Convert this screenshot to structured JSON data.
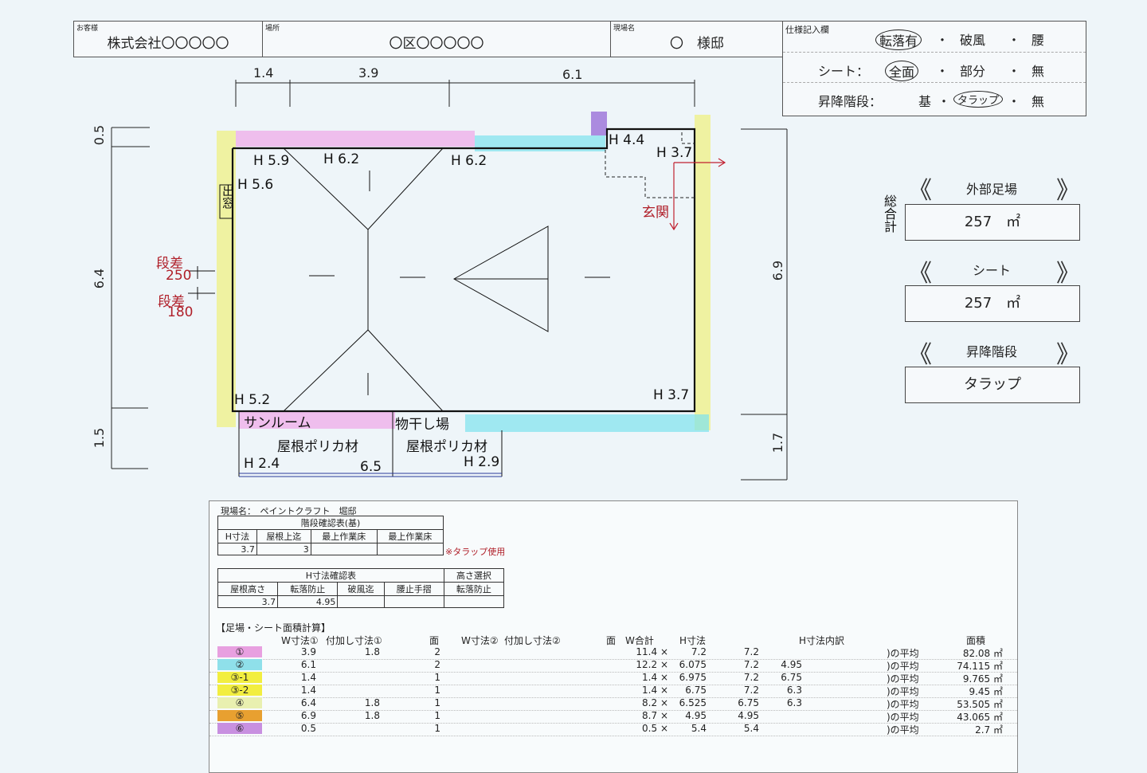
{
  "header": {
    "customer_caption": "お客様",
    "customer": "株式会社〇〇〇〇〇",
    "place_caption": "場所",
    "place": "〇区〇〇〇〇〇",
    "site_caption": "現場名",
    "site": "〇　様邸"
  },
  "spec": {
    "caption": "仕様記入欄",
    "row1": [
      "転落有",
      "・",
      "破風",
      "・",
      "腰"
    ],
    "row2_label": "シート：",
    "row2": [
      "全面",
      "・",
      "部分",
      "・",
      "無"
    ],
    "row3_label": "昇降階段：",
    "row3": [
      "基",
      "・",
      "タラップ",
      "・",
      "無"
    ]
  },
  "plan": {
    "top_dims": [
      "1.4",
      "3.9",
      "6.1"
    ],
    "left_dims": [
      "0.5",
      "6.4",
      "1.5"
    ],
    "right_dims": [
      "6.9",
      "1.7"
    ],
    "heights": {
      "h59": "H 5.9",
      "h56": "H 5.6",
      "h62a": "H 6.2",
      "h62b": "H 6.2",
      "h44": "H 4.4",
      "h37a": "H 3.7",
      "h52": "H 5.2",
      "h37b": "H 3.7"
    },
    "demado": "出窓",
    "step1": "段差",
    "step1_val": "250",
    "step2": "段差",
    "step2_val": "180",
    "entrance": "玄関",
    "sunroom": "サンルーム",
    "drying": "物干し場",
    "roof1": "屋根ポリカ材",
    "roof2": "屋根ポリカ材",
    "h24": "H 2.4",
    "w65": "6.5",
    "h29": "H 2.9"
  },
  "side": {
    "total_label": "総合計",
    "exterior_label": "外部足場",
    "exterior_value": "257　㎡",
    "sheet_label": "シート",
    "sheet_value": "257　㎡",
    "stairs_label": "昇降階段",
    "stairs_value": "タラップ"
  },
  "sheet": {
    "site_line": "現場名：　ペイントクラフト　堀邸",
    "stairs_table_title": "階段確認表(基)",
    "stairs_headers": [
      "H寸法",
      "屋根上迄",
      "最上作業床",
      "最上作業床"
    ],
    "stairs_values": [
      "3.7",
      "3",
      "",
      ""
    ],
    "stairs_note": "※タラップ使用",
    "h_table_title": "H寸法確認表",
    "h_select_title": "高さ選択",
    "h_headers": [
      "屋根高さ",
      "転落防止",
      "破風迄",
      "腰止手摺",
      "転落防止"
    ],
    "h_values": [
      "3.7",
      "4.95",
      "",
      "",
      ""
    ],
    "calc_title": "【足場・シート面積計算】",
    "calc_headers": [
      "W寸法①",
      "付加し寸法①",
      "面",
      "W寸法②",
      "付加し寸法②",
      "面",
      "W合計",
      "H寸法",
      "H寸法内訳",
      "面積"
    ],
    "rows": [
      {
        "id": "①",
        "color": "#e8a0e0",
        "w1": "3.9",
        "add1": "1.8",
        "face": "2",
        "wsum": "11.4 ×",
        "h": "7.2",
        "p1": "7.2",
        "p2": "",
        "avg": ")の平均",
        "area": "82.08 ㎡"
      },
      {
        "id": "②",
        "color": "#8fe0ea",
        "w1": "6.1",
        "add1": "",
        "face": "2",
        "wsum": "12.2 ×",
        "h": "6.075",
        "p1": "7.2",
        "p2": "4.95",
        "avg": ")の平均",
        "area": "74.115 ㎡"
      },
      {
        "id": "③-1",
        "color": "#f2ee40",
        "w1": "1.4",
        "add1": "",
        "face": "1",
        "wsum": "1.4 ×",
        "h": "6.975",
        "p1": "7.2",
        "p2": "6.75",
        "avg": ")の平均",
        "area": "9.765 ㎡"
      },
      {
        "id": "③-2",
        "color": "#f2ee40",
        "w1": "1.4",
        "add1": "",
        "face": "1",
        "wsum": "1.4 ×",
        "h": "6.75",
        "p1": "7.2",
        "p2": "6.3",
        "avg": ")の平均",
        "area": "9.45 ㎡"
      },
      {
        "id": "④",
        "color": "#e9f0b0",
        "w1": "6.4",
        "add1": "1.8",
        "face": "1",
        "wsum": "8.2 ×",
        "h": "6.525",
        "p1": "6.75",
        "p2": "6.3",
        "avg": ")の平均",
        "area": "53.505 ㎡"
      },
      {
        "id": "⑤",
        "color": "#e8a030",
        "w1": "6.9",
        "add1": "1.8",
        "face": "1",
        "wsum": "8.7 ×",
        "h": "4.95",
        "p1": "4.95",
        "p2": "",
        "avg": ")の平均",
        "area": "43.065 ㎡"
      },
      {
        "id": "⑥",
        "color": "#c890e0",
        "w1": "0.5",
        "add1": "",
        "face": "1",
        "wsum": "0.5 ×",
        "h": "5.4",
        "p1": "5.4",
        "p2": "",
        "avg": ")の平均",
        "area": "2.7 ㎡"
      }
    ]
  }
}
